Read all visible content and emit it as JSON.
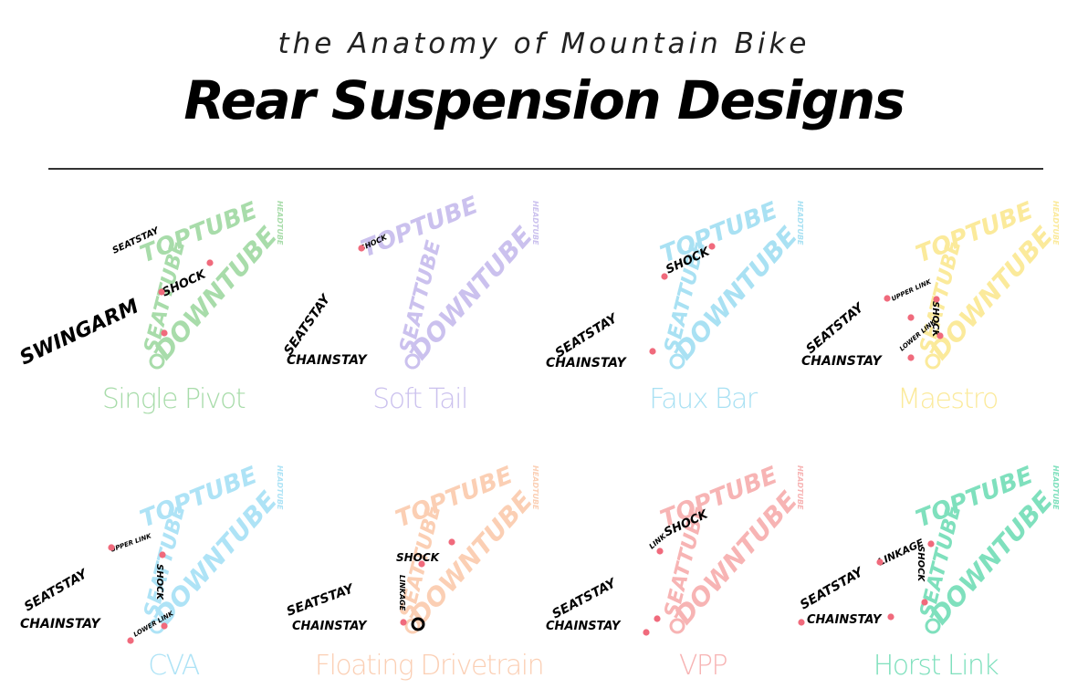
{
  "header": {
    "subtitle": "the Anatomy of Mountain Bike",
    "title": "Rear Suspension Designs"
  },
  "frame_words": {
    "toptube": "TOPTUBE",
    "downtube": "DOWNTUBE",
    "seattube": "SEATTUBE",
    "headtube": "HEADTUBE",
    "shock": "SHOCK",
    "chainstay": "CHAINSTAY",
    "seatstay": "SEATSTAY",
    "swingarm": "SWINGARM",
    "link": "LINK",
    "linkage": "LINKAGE",
    "upper_link": "UPPER LINK",
    "lower_link": "LOWER LINK"
  },
  "designs": [
    {
      "name": "Single Pivot",
      "color": "#a8dcaa"
    },
    {
      "name": "Soft Tail",
      "color": "#cbc1ee"
    },
    {
      "name": "Faux Bar",
      "color": "#a9e1f3"
    },
    {
      "name": "Maestro",
      "color": "#fbea9b"
    },
    {
      "name": "CVA",
      "color": "#aee3f6"
    },
    {
      "name": "Floating Drivetrain",
      "color": "#fbcfb4"
    },
    {
      "name": "VPP",
      "color": "#f7b4b4"
    },
    {
      "name": "Horst Link",
      "color": "#7fe0bd"
    }
  ],
  "pivot_color": "#f06a7c"
}
